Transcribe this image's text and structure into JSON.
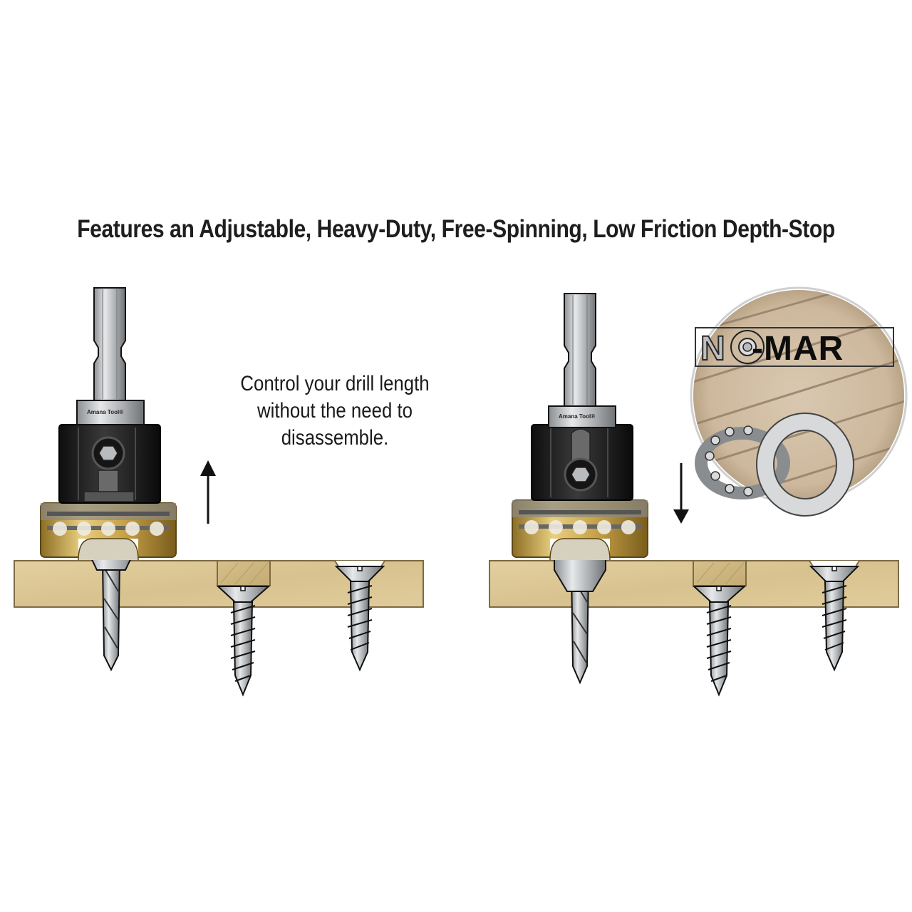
{
  "headline": "Features an Adjustable, Heavy-Duty, Free-Spinning, Low Friction Depth-Stop",
  "caption": {
    "lines": [
      "Control your drill length",
      "without the need to",
      "disassemble."
    ]
  },
  "left_panel": {
    "arrow_direction": "up",
    "brand_mark": "Amana Tool®"
  },
  "right_panel": {
    "arrow_direction": "down",
    "brand_mark": "Amana Tool®",
    "inset": {
      "logo_prefix": "N",
      "logo_suffix": "-MAR",
      "logo_full": "NO-MAR"
    }
  },
  "colors": {
    "text": "#1e1e1e",
    "wood": "#dcc89a",
    "wood_edge": "#8a7346",
    "collar_black": "#1c1c1c",
    "brass": "#c9a44a",
    "steel": "#b9bcbf"
  }
}
